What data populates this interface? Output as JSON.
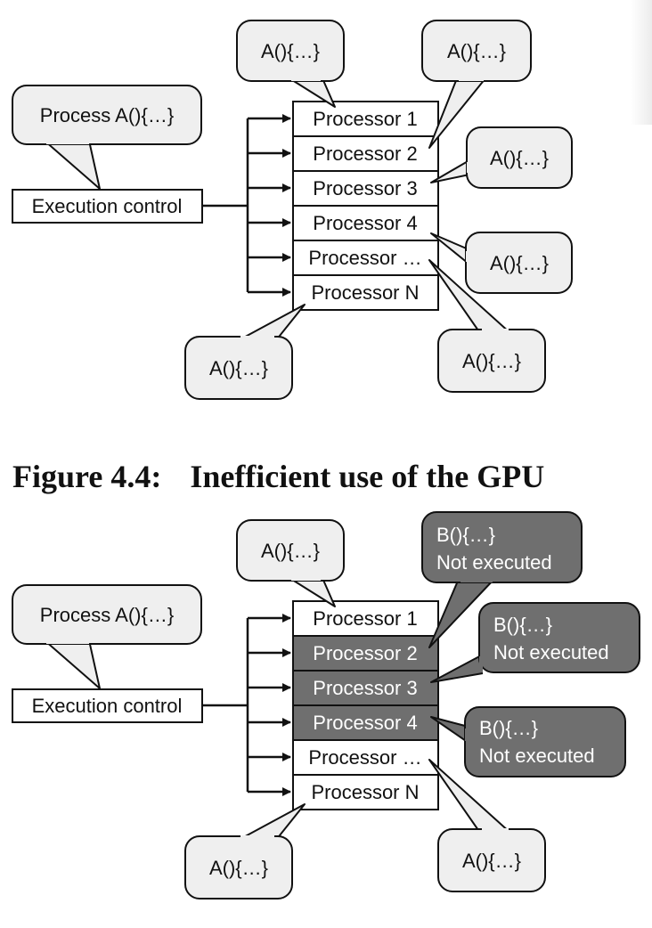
{
  "figure_1": {
    "control_label": "Execution control",
    "control_callout": "Process A(){…}",
    "processors": [
      {
        "label": "Processor 1",
        "state": "normal"
      },
      {
        "label": "Processor 2",
        "state": "normal"
      },
      {
        "label": "Processor 3",
        "state": "normal"
      },
      {
        "label": "Processor 4",
        "state": "normal"
      },
      {
        "label": "Processor …",
        "state": "normal"
      },
      {
        "label": "Processor N",
        "state": "normal"
      }
    ],
    "callouts": [
      {
        "line1": "A(){…}",
        "line2": "",
        "target": 0,
        "style": "light"
      },
      {
        "line1": "A(){…}",
        "line2": "",
        "target": 1,
        "style": "light"
      },
      {
        "line1": "A(){…}",
        "line2": "",
        "target": 2,
        "style": "light"
      },
      {
        "line1": "A(){…}",
        "line2": "",
        "target": 3,
        "style": "light"
      },
      {
        "line1": "A(){…}",
        "line2": "",
        "target": 4,
        "style": "light"
      },
      {
        "line1": "A(){…}",
        "line2": "",
        "target": 5,
        "style": "light"
      }
    ]
  },
  "caption": {
    "number": "Figure 4.4:",
    "text": "Inefficient use of the GPU"
  },
  "figure_2": {
    "control_label": "Execution control",
    "control_callout": "Process A(){…}",
    "processors": [
      {
        "label": "Processor 1",
        "state": "normal"
      },
      {
        "label": "Processor 2",
        "state": "idle"
      },
      {
        "label": "Processor 3",
        "state": "idle"
      },
      {
        "label": "Processor 4",
        "state": "idle"
      },
      {
        "label": "Processor …",
        "state": "normal"
      },
      {
        "label": "Processor N",
        "state": "normal"
      }
    ],
    "callouts": [
      {
        "line1": "A(){…}",
        "line2": "",
        "target": 0,
        "style": "light"
      },
      {
        "line1": "B(){…}",
        "line2": "Not executed",
        "target": 1,
        "style": "dark"
      },
      {
        "line1": "B(){…}",
        "line2": "Not executed",
        "target": 2,
        "style": "dark"
      },
      {
        "line1": "B(){…}",
        "line2": "Not executed",
        "target": 3,
        "style": "dark"
      },
      {
        "line1": "A(){…}",
        "line2": "",
        "target": 4,
        "style": "light"
      },
      {
        "line1": "A(){…}",
        "line2": "",
        "target": 5,
        "style": "light"
      }
    ]
  },
  "colors": {
    "light_fill": "#efefef",
    "dark_fill": "#6f6f6f",
    "idle_fill": "#6f6f6f",
    "stroke": "#111111",
    "dark_text": "#ffffff"
  }
}
